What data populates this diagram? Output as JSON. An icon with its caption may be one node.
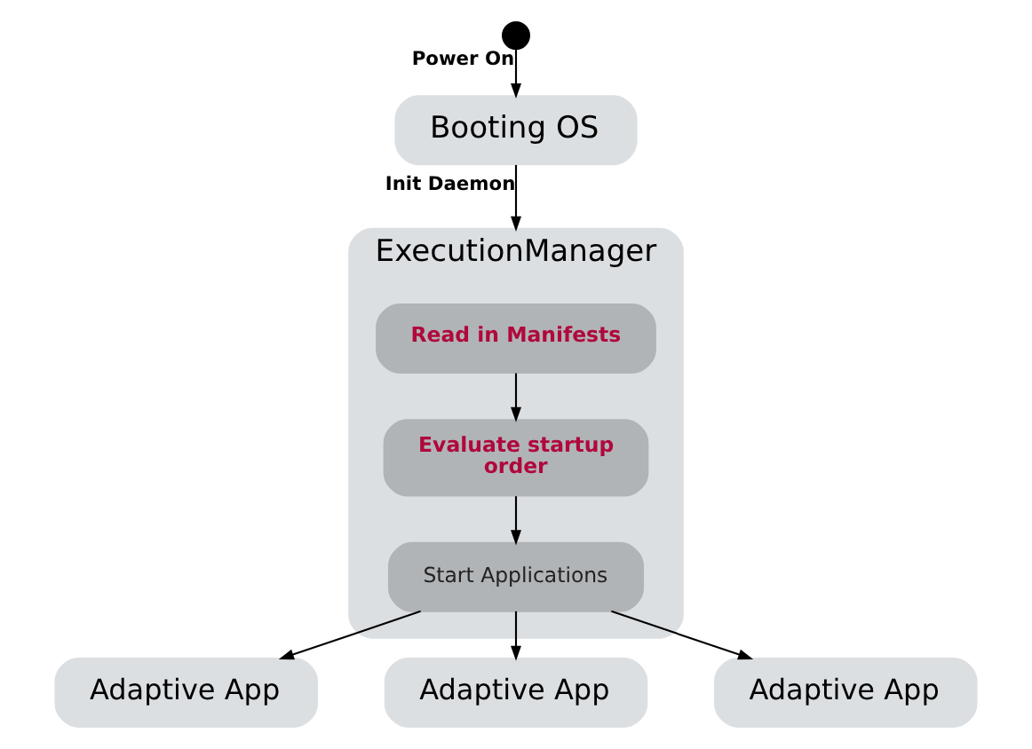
{
  "diagram": {
    "nodes": [
      {
        "text": [],
        "shape": "circle"
      },
      {
        "text": [
          "Booting OS"
        ]
      },
      {
        "text": [
          "ExecutionManager"
        ]
      },
      {
        "text": [
          "Read in Manifests"
        ],
        "in": 2
      },
      {
        "text": [
          "Evaluate startup order"
        ],
        "in": 2
      },
      {
        "text": [
          "Start Applications"
        ],
        "in": 2
      },
      {
        "text": [
          "Adaptive App"
        ]
      },
      {
        "text": [
          "Adaptive App"
        ]
      },
      {
        "text": [
          "Adaptive App"
        ]
      }
    ],
    "edges": [
      {
        "from": 0,
        "to": 1,
        "arrow": "to",
        "label": "Power On"
      },
      {
        "from": 1,
        "to": 2,
        "arrow": "to",
        "label": "Init Daemon"
      },
      {
        "from": 3,
        "to": 4,
        "arrow": "to"
      },
      {
        "from": 4,
        "to": 5,
        "arrow": "to"
      },
      {
        "from": 5,
        "to": 6,
        "arrow": "to"
      },
      {
        "from": 5,
        "to": 7,
        "arrow": "to"
      },
      {
        "from": 5,
        "to": 8,
        "arrow": "to"
      }
    ]
  }
}
